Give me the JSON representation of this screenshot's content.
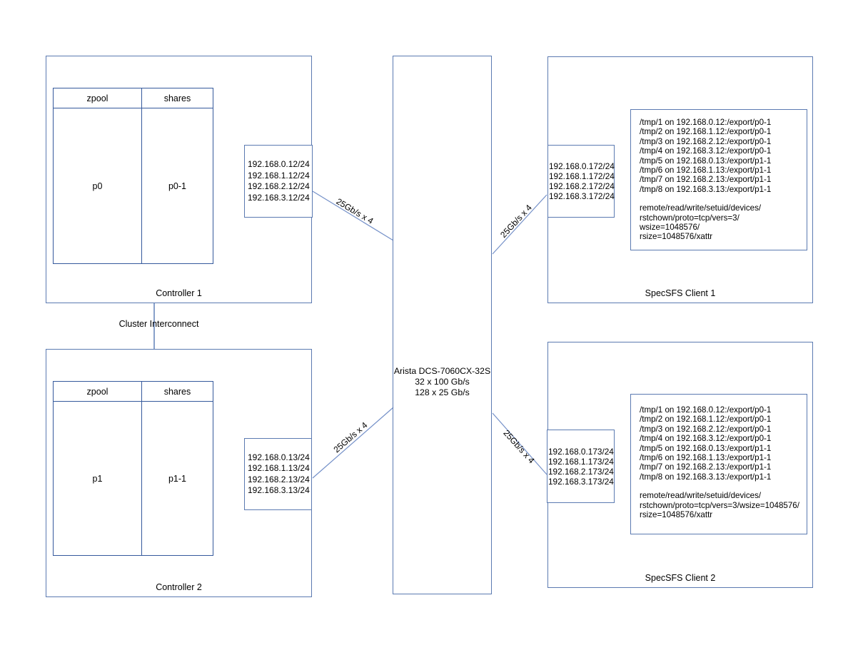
{
  "colors": {
    "bg": "#ffffff",
    "text": "#000000",
    "border": "#5b7ab1",
    "table_border": "#35599c",
    "wire": "#7490c8",
    "interconnect": "#5578b4"
  },
  "links": {
    "speed_label": "25Gb/s x 4",
    "cluster_label": "Cluster Interconnect"
  },
  "controller1": {
    "label": "Controller 1",
    "table": {
      "col1_header": "zpool",
      "col2_header": "shares",
      "zpool": "p0",
      "share": "p0-1"
    },
    "ips": [
      "192.168.0.12/24",
      "192.168.1.12/24",
      "192.168.2.12/24",
      "192.168.3.12/24"
    ]
  },
  "controller2": {
    "label": "Controller 2",
    "table": {
      "col1_header": "zpool",
      "col2_header": "shares",
      "zpool": "p1",
      "share": "p1-1"
    },
    "ips": [
      "192.168.0.13/24",
      "192.168.1.13/24",
      "192.168.2.13/24",
      "192.168.3.13/24"
    ]
  },
  "switch": {
    "model": "Arista DCS-7060CX-32S",
    "ports_100g": "32 x 100 Gb/s",
    "ports_25g": "128 x 25 Gb/s"
  },
  "client1": {
    "label": "SpecSFS Client 1",
    "ips": [
      "192.168.0.172/24",
      "192.168.1.172/24",
      "192.168.2.172/24",
      "192.168.3.172/24"
    ],
    "mounts": [
      "/tmp/1 on 192.168.0.12:/export/p0-1",
      "/tmp/2 on 192.168.1.12:/export/p0-1",
      "/tmp/3 on 192.168.2.12:/export/p0-1",
      "/tmp/4 on 192.168.3.12:/export/p0-1",
      "/tmp/5 on 192.168.0.13:/export/p1-1",
      "/tmp/6 on 192.168.1.13:/export/p1-1",
      "/tmp/7 on 192.168.2.13:/export/p1-1",
      "/tmp/8 on 192.168.3.13:/export/p1-1"
    ],
    "options": [
      "remote/read/write/setuid/devices/",
      "rstchown/proto=tcp/vers=3/",
      "wsize=1048576/",
      "rsize=1048576/xattr"
    ]
  },
  "client2": {
    "label": "SpecSFS Client 2",
    "ips": [
      "192.168.0.173/24",
      "192.168.1.173/24",
      "192.168.2.173/24",
      "192.168.3.173/24"
    ],
    "mounts": [
      "/tmp/1 on 192.168.0.12:/export/p0-1",
      "/tmp/2 on 192.168.1.12:/export/p0-1",
      "/tmp/3 on 192.168.2.12:/export/p0-1",
      "/tmp/4 on 192.168.3.12:/export/p0-1",
      "/tmp/5 on 192.168.0.13:/export/p1-1",
      "/tmp/6 on 192.168.1.13:/export/p1-1",
      "/tmp/7 on 192.168.2.13:/export/p1-1",
      "/tmp/8 on 192.168.3.13:/export/p1-1"
    ],
    "options": [
      "remote/read/write/setuid/devices/",
      "rstchown/proto=tcp/vers=3/wsize=1048576/",
      "rsize=1048576/xattr"
    ]
  }
}
